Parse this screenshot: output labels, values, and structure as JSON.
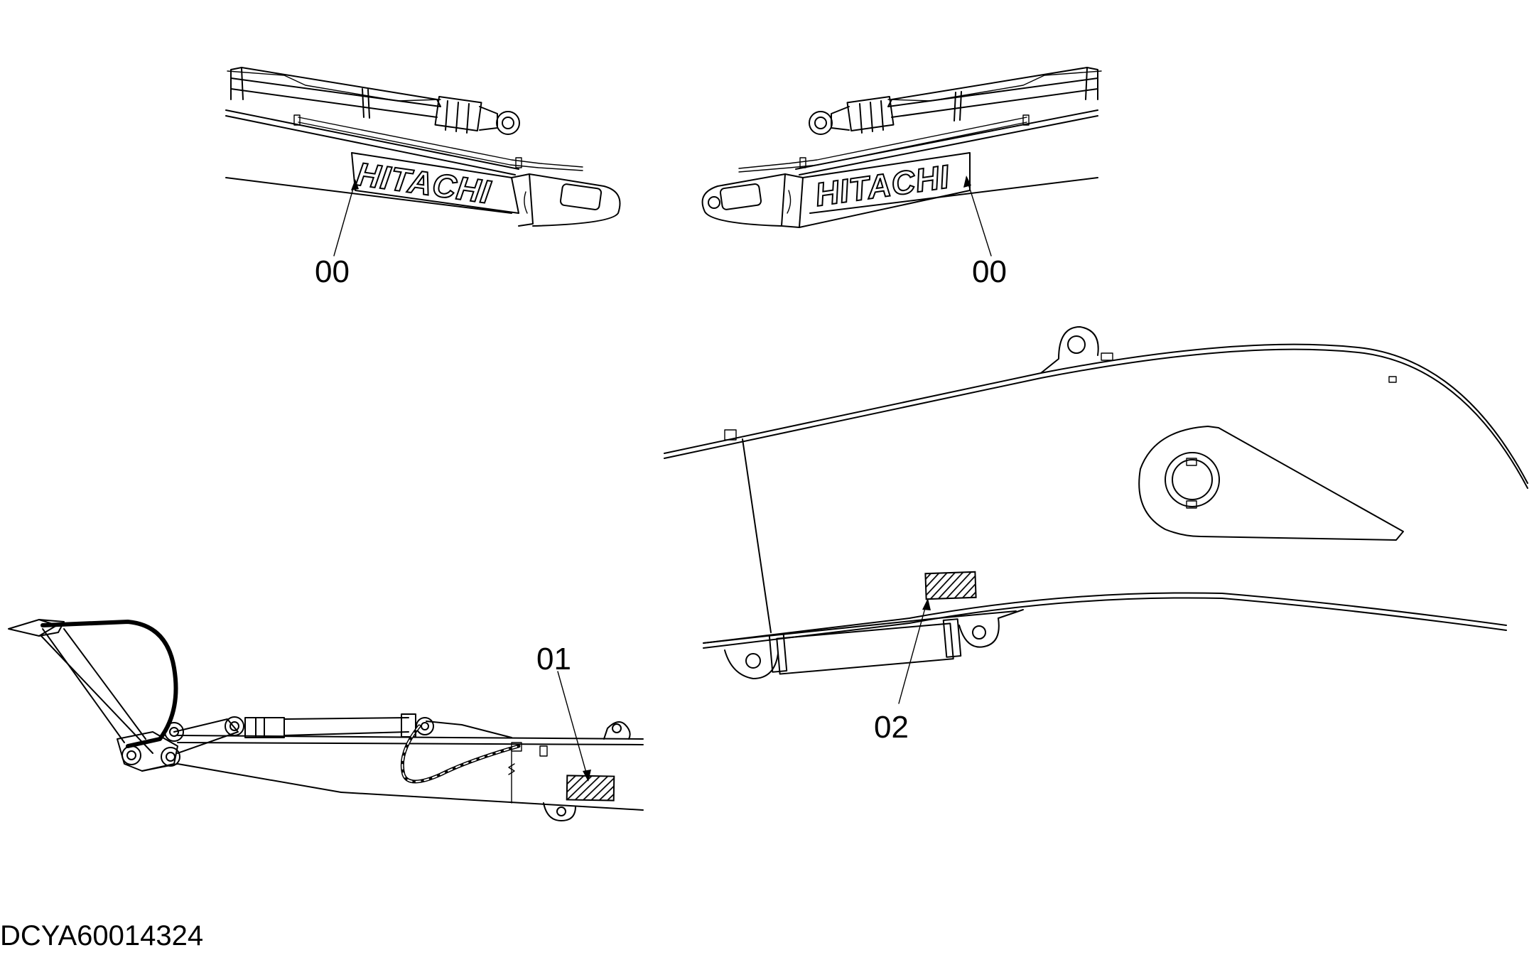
{
  "brand_text": "HITACHI",
  "callouts": {
    "decal_left": "00",
    "decal_right": "00",
    "arm_plate": "01",
    "boom_plate": "02"
  },
  "document_id": "DCYA60014324"
}
